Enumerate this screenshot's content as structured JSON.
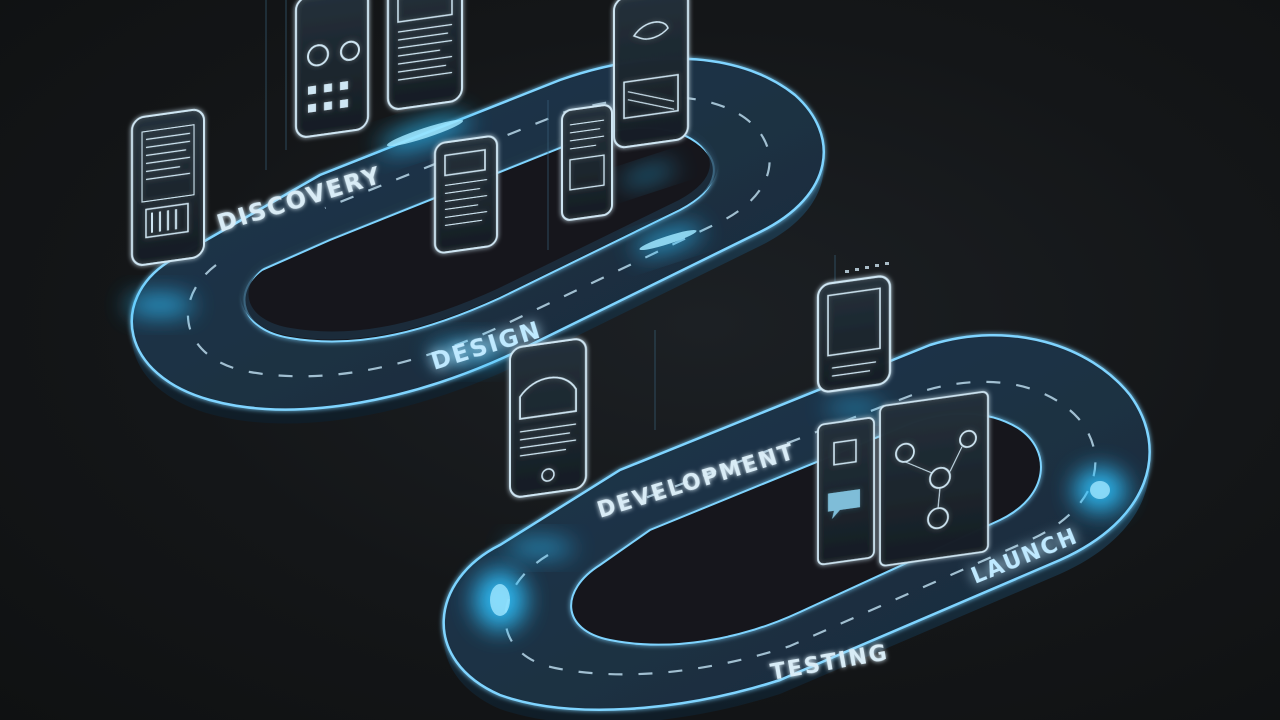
{
  "roadmap": {
    "stages": [
      {
        "id": "discovery",
        "label": "DISCOVERY"
      },
      {
        "id": "design",
        "label": "DESIGN"
      },
      {
        "id": "development",
        "label": "DEVELOPMENT"
      },
      {
        "id": "testing",
        "label": "TESTING"
      },
      {
        "id": "launch",
        "label": "LAUNCH"
      }
    ]
  },
  "colors": {
    "background": "#141618",
    "road": "#1e3447",
    "road_edge": "#7fd4ff",
    "glow": "#2fc3ff",
    "dash": "#b9d8ea",
    "phone_outline": "#cfe6f3"
  },
  "icons": [
    "smartphone-icon",
    "wireframe-icon",
    "chat-icon",
    "camera-icon"
  ]
}
